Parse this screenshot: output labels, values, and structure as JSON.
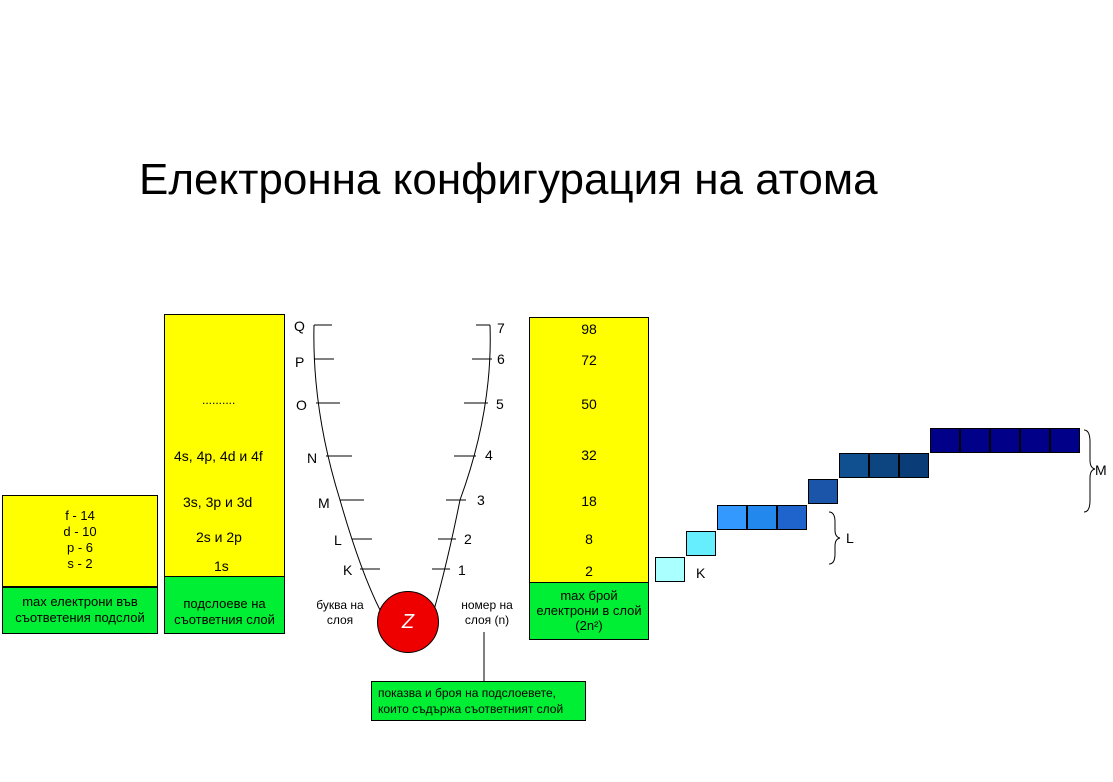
{
  "title": "Електронна конфигурация на атома",
  "box1": {
    "items": [
      "f - 14",
      "d - 10",
      "p - 6",
      "s - 2"
    ],
    "caption": "max електрони във съответения подслой"
  },
  "box2": {
    "items": [
      "..........",
      "4s, 4p, 4d и 4f",
      "3s, 3p и 3d",
      "2s и 2p",
      "1s"
    ],
    "caption": "подслоеве на съответния слой"
  },
  "shell_letters": [
    "Q",
    "P",
    "O",
    "N",
    "M",
    "L",
    "K"
  ],
  "shell_numbers": [
    "7",
    "6",
    "5",
    "4",
    "3",
    "2",
    "1"
  ],
  "letter_caption": "буква на слоя",
  "number_caption": "номер на слоя (n)",
  "nucleus_label": "Z",
  "box3": {
    "values": [
      "98",
      "72",
      "50",
      "32",
      "18",
      "8",
      "2"
    ],
    "caption_line1": "max брой",
    "caption_line2": "електрони в слой",
    "caption_line3": "(2n²)"
  },
  "bottom_note": "показва и броя на подслоевете, които съдържа съответният слой",
  "staircase_labels": {
    "k": "K",
    "l": "L",
    "m": "M"
  },
  "colors": {
    "yellow": "#ffff00",
    "green": "#00ee33",
    "nucleus": "#ee0000",
    "k_square": "#aaffff",
    "l_squares": [
      "#66eeff",
      "#3399ff",
      "#2266dd",
      "#1f63cc"
    ],
    "m_squares": [
      "#1a55aa",
      "#104f90",
      "#0a3d78",
      "#0a3d78",
      "#000088"
    ]
  }
}
